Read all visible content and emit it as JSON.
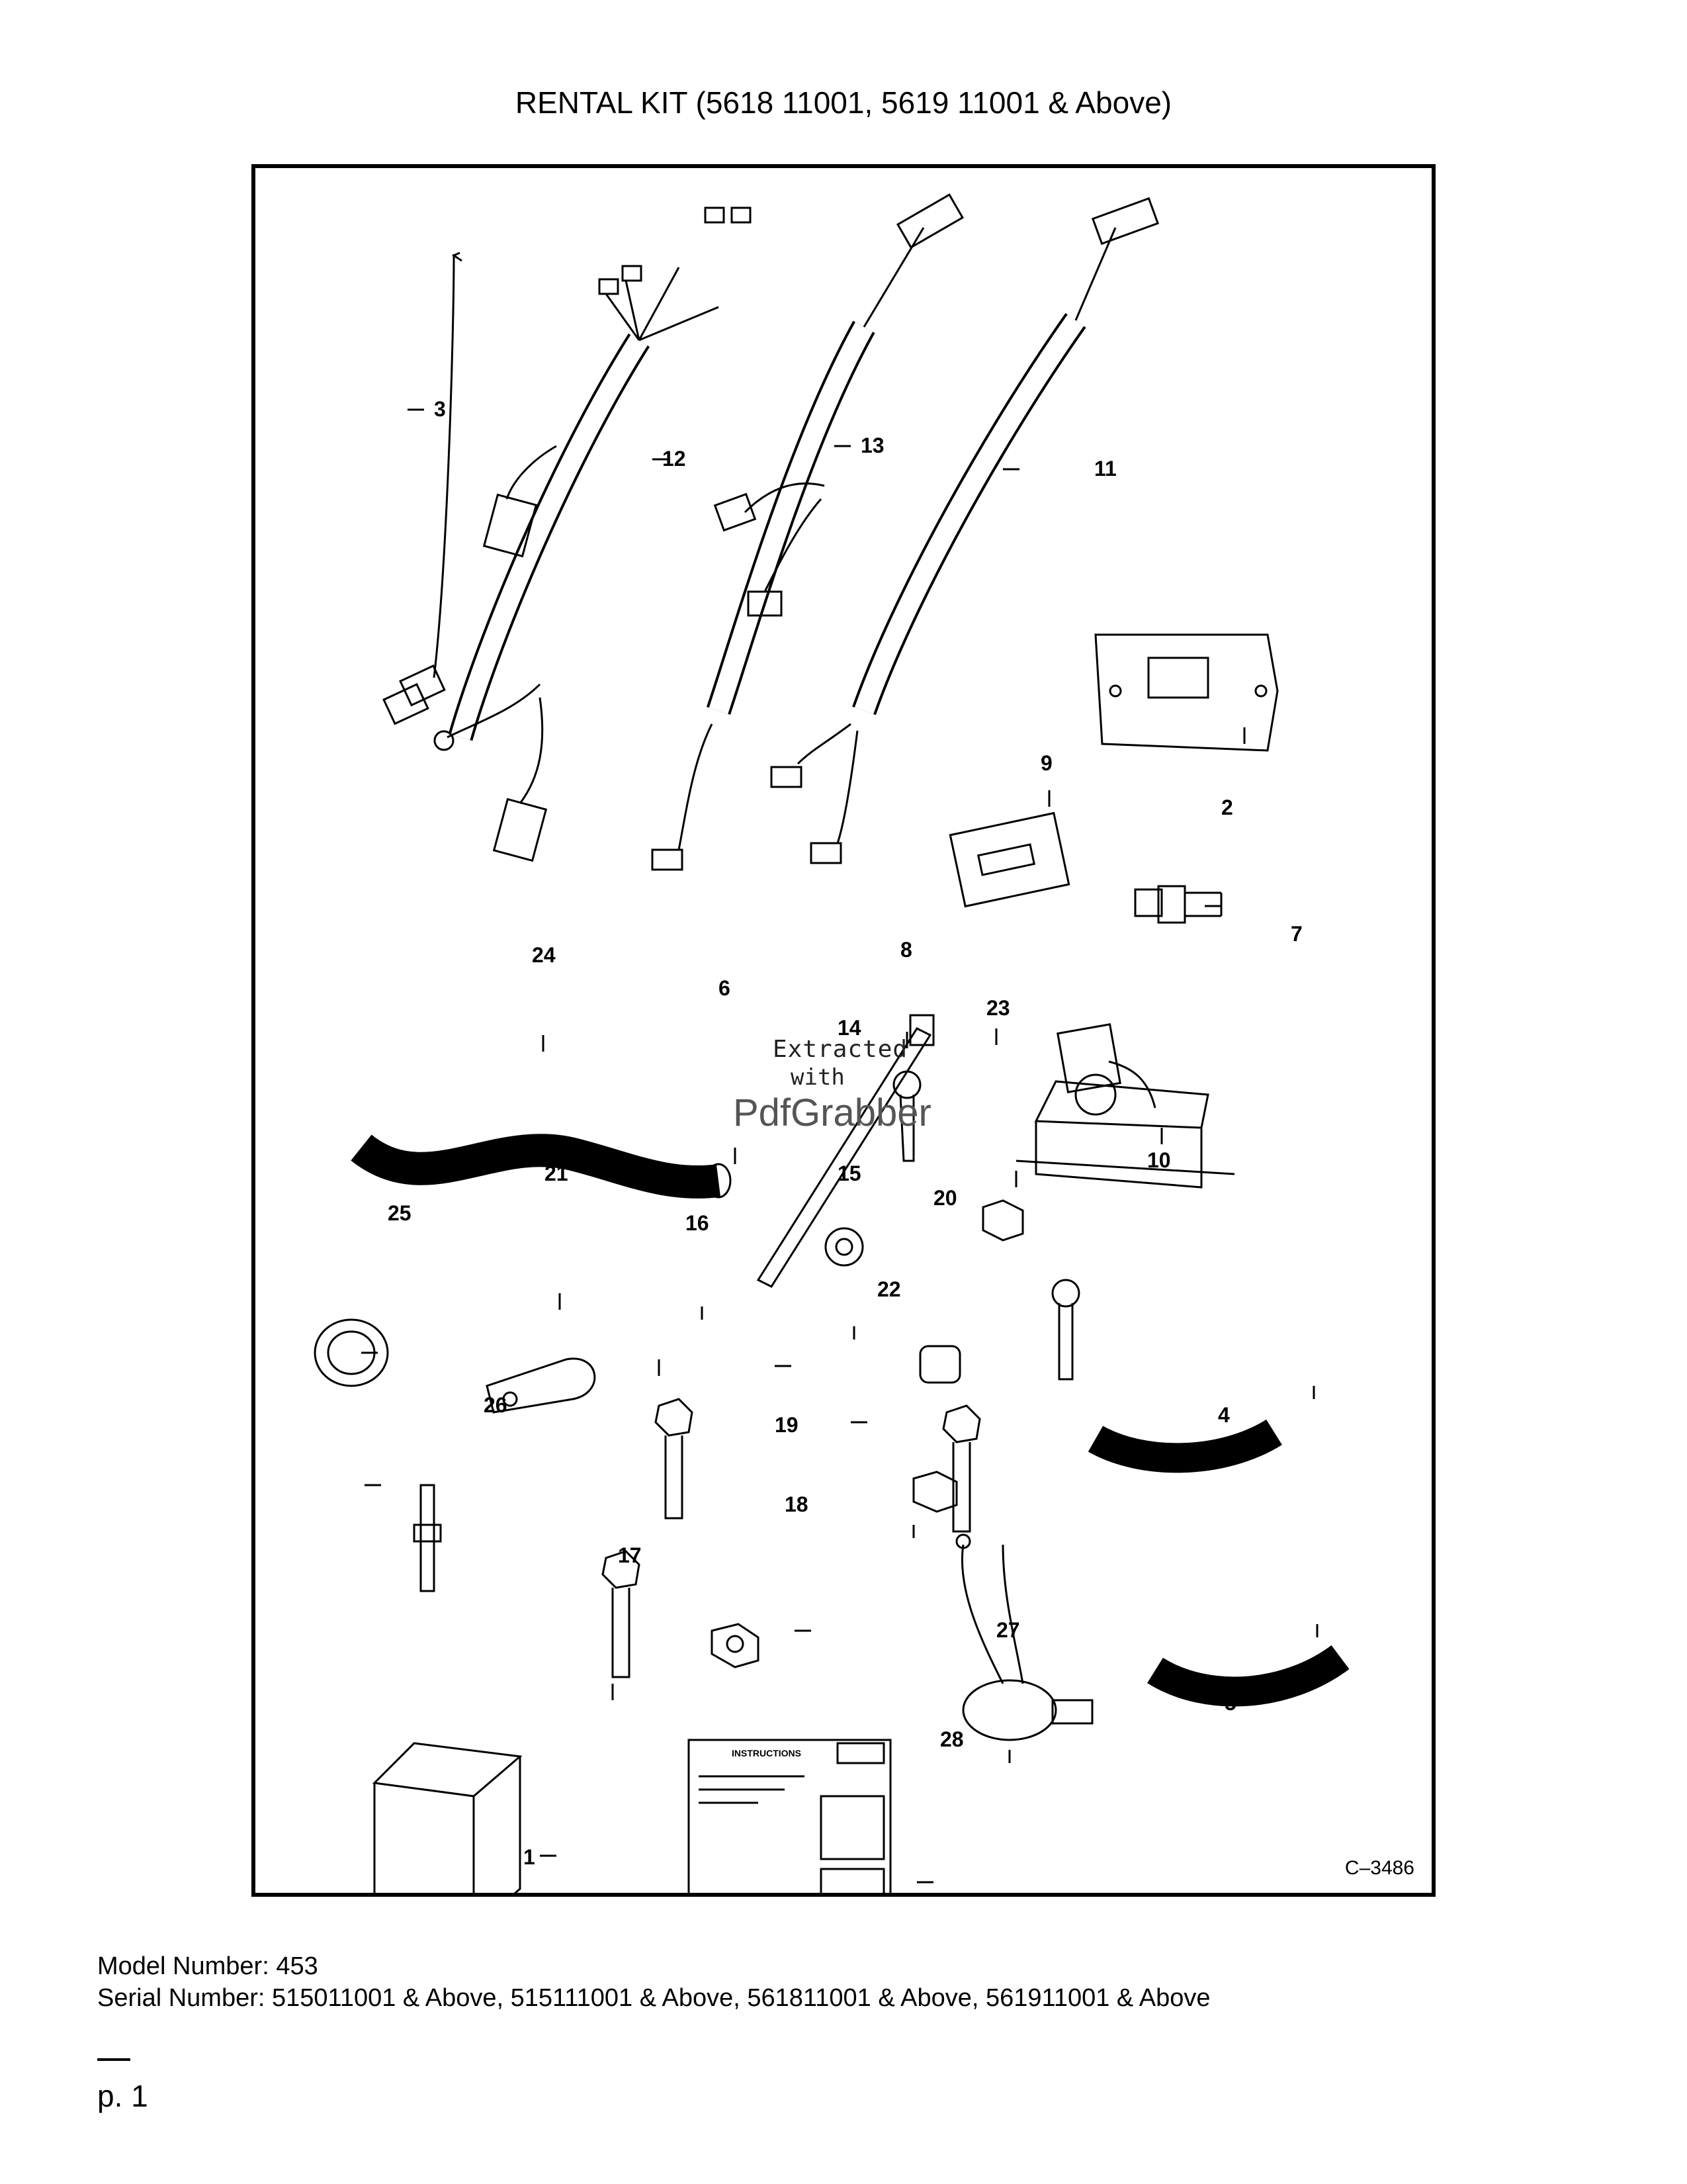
{
  "title": "RENTAL KIT (5618 11001, 5619 11001 & Above)",
  "figure_code": "C–3486",
  "watermark": {
    "line1": "Extracted",
    "line2": "with",
    "brand": "PdfGrabber"
  },
  "instruction_sheet": {
    "heading": "INSTRUCTIONS"
  },
  "callouts": [
    "1",
    "2",
    "3",
    "4",
    "5",
    "6",
    "7",
    "8",
    "9",
    "10",
    "11",
    "12",
    "13",
    "14",
    "15",
    "16",
    "17",
    "18",
    "19",
    "20",
    "21",
    "22",
    "23",
    "24",
    "25",
    "26",
    "27",
    "28"
  ],
  "model_number": "Model Number: 453",
  "serial_number": "Serial Number: 515011001 & Above, 515111001 & Above, 561811001 & Above, 561911001 & Above",
  "page_label": "p. 1"
}
